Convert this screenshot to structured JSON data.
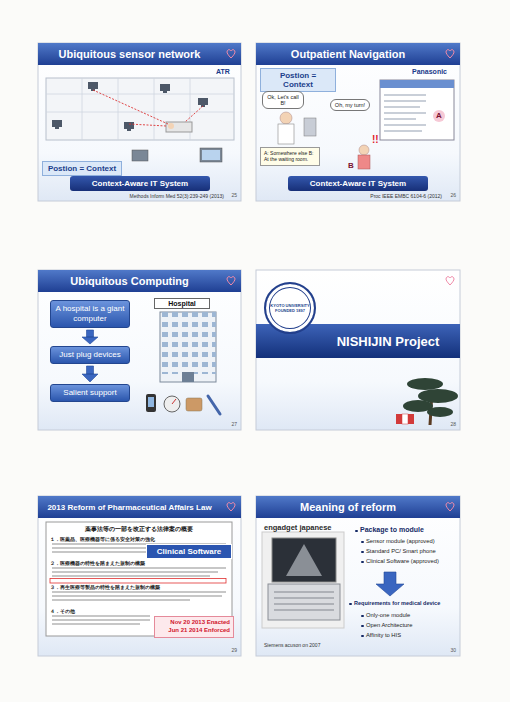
{
  "diagram": {
    "nodes": [
      {
        "text": [
          "Ubiquitous sensor network",
          "25"
        ]
      },
      {
        "text": [
          "Postion = Context"
        ],
        "in": 0
      },
      {
        "text": [
          "Context-Aware IT System"
        ],
        "in": 0
      },
      {
        "text": [
          "Outpatient Navigation",
          "26"
        ]
      },
      {
        "text": [
          "Postion = Context"
        ],
        "in": 3
      },
      {
        "text": [
          "Ok, Let's call B!"
        ],
        "in": 3
      },
      {
        "text": [
          "Oh, my turn!"
        ],
        "in": 3
      },
      {
        "text": [
          "A: Somewhere else B: At the waiting room."
        ],
        "in": 3
      },
      {
        "text": [
          "Context-Aware IT System"
        ],
        "in": 3
      },
      {
        "text": [
          "Ubiquitous Computing",
          "27"
        ]
      },
      {
        "text": [
          "A hospital is a giant computer"
        ],
        "in": 9
      },
      {
        "text": [
          "Just plug devices"
        ],
        "in": 9
      },
      {
        "text": [
          "Salient support"
        ],
        "in": 9
      },
      {
        "text": [
          "Hospital"
        ],
        "in": 9
      },
      {
        "text": [
          "28"
        ]
      },
      {
        "text": [
          "KYOTO UNIVERSITY",
          "FOUNDED 1897"
        ],
        "in": 14
      },
      {
        "text": [
          "NISHIJIN Project"
        ],
        "in": 14
      },
      {
        "text": [
          "2013 Reform of Pharmaceutical Affairs Law",
          "29"
        ]
      },
      {
        "text": [
          "薬事法等の一部を改正する法律案の概要"
        ],
        "in": 17
      },
      {
        "text": [
          "Clinical Software"
        ],
        "in": 17
      },
      {
        "text": [
          "Nov 20 2013 Enacted",
          "Jun 21 2014 Enforced"
        ],
        "in": 17
      },
      {
        "text": [
          "Meaning of reform",
          "30"
        ]
      }
    ],
    "edges": [
      {
        "from": 10,
        "to": 11,
        "arrow": "to"
      },
      {
        "from": 11,
        "to": 12,
        "arrow": "to"
      }
    ],
    "labels": [
      "ATR",
      "Methods Inform Med 52(3):239-249 (2013)",
      "Panasonic",
      "!!",
      "A",
      "B",
      "Proc IEEE EMBC 6104-6 (2012)",
      "１．医薬品、医療機器等に係る安全対策の強化",
      "２．医療機器の特性を踏まえた規制の構築",
      "３．再生医療等製品の特性を踏まえた規制の構築",
      "４．その他",
      "engadget japanese",
      "Package to module",
      "Sensor module (approved)",
      "Standard PC/ Smart phone",
      "Clinical Software (approved)",
      "Requirements for medical device",
      "Only-one module",
      "Open Architecture",
      "Affinity to HIS",
      "Siemens acuson on 2007"
    ]
  }
}
